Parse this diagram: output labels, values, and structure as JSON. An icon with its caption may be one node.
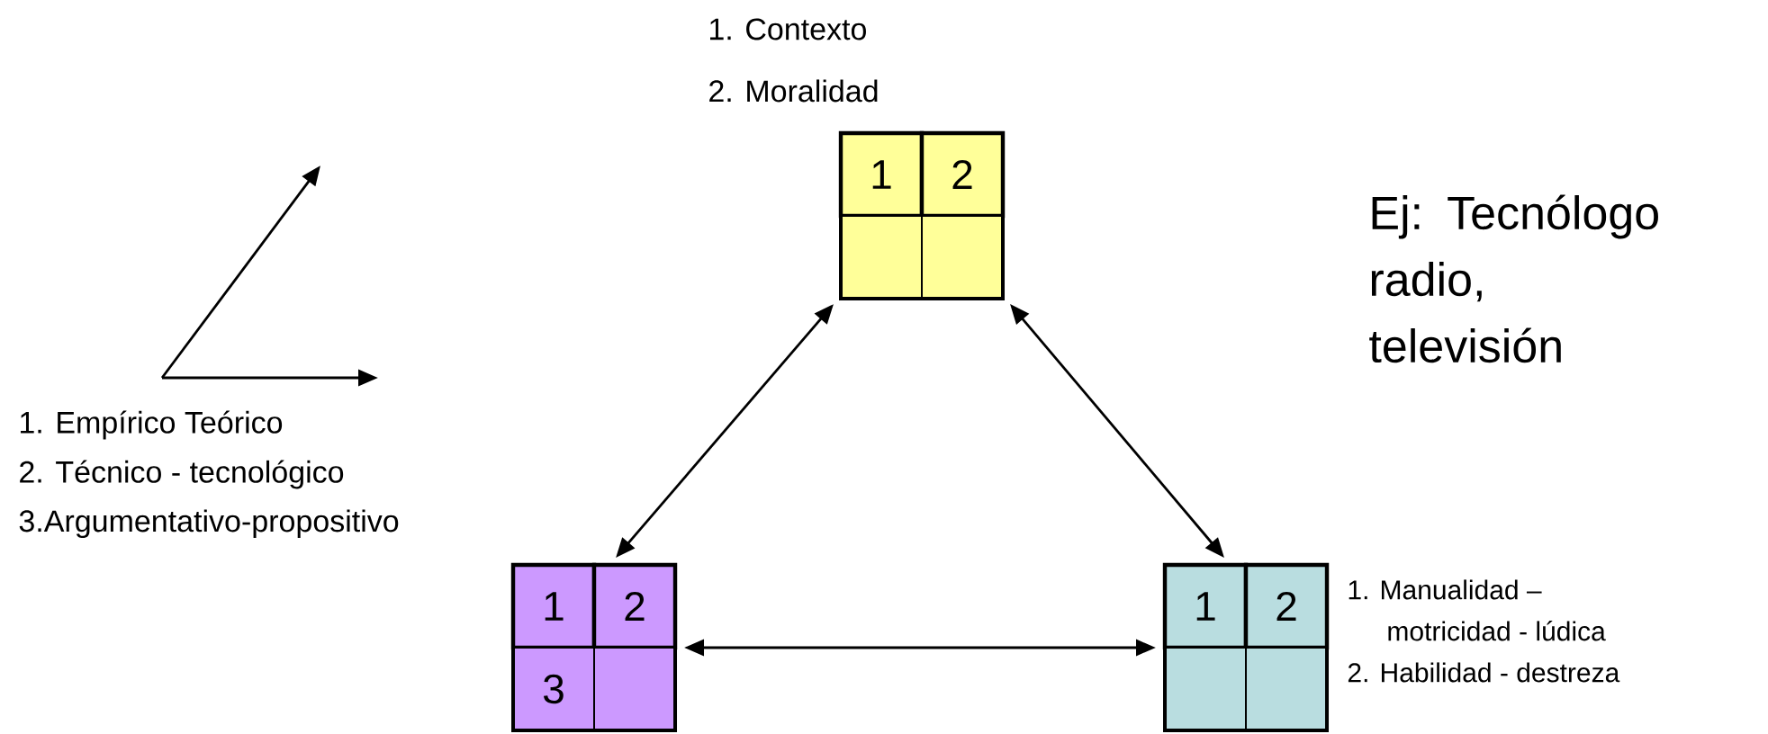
{
  "diagram": {
    "nodes": [
      {
        "text": [],
        "shape": "box",
        "beside": [
          "1. Contexto",
          "2. Moralidad"
        ]
      },
      {
        "text": [
          "1"
        ],
        "in": 0
      },
      {
        "text": [
          "2"
        ],
        "in": 0
      },
      {
        "text": [],
        "shape": "box",
        "in": 0
      },
      {
        "text": [],
        "shape": "box",
        "in": 0
      },
      {
        "text": [],
        "shape": "box",
        "beside": [
          "1. Empírico Teórico",
          "2. Técnico - tecnológico",
          "3.Argumentativo-propositivo"
        ]
      },
      {
        "text": [
          "1"
        ],
        "in": 5
      },
      {
        "text": [
          "2"
        ],
        "in": 5
      },
      {
        "text": [
          "3"
        ],
        "in": 5
      },
      {
        "text": [],
        "shape": "box",
        "in": 5
      },
      {
        "text": [],
        "shape": "box",
        "beside": [
          "1. Manualidad – motricidad - lúdica",
          "2. Habilidad - destreza"
        ]
      },
      {
        "text": [
          "1"
        ],
        "in": 10
      },
      {
        "text": [
          "2"
        ],
        "in": 10
      },
      {
        "text": [],
        "shape": "box",
        "in": 10
      },
      {
        "text": [],
        "shape": "box",
        "in": 10
      }
    ],
    "edges": [
      {
        "from": 0,
        "to": 5,
        "arrow": "both"
      },
      {
        "from": 0,
        "to": 10,
        "arrow": "both"
      },
      {
        "from": 5,
        "to": 10,
        "arrow": "both"
      }
    ],
    "labels": [
      "Ej: Tecnólogo radio, televisión"
    ]
  }
}
